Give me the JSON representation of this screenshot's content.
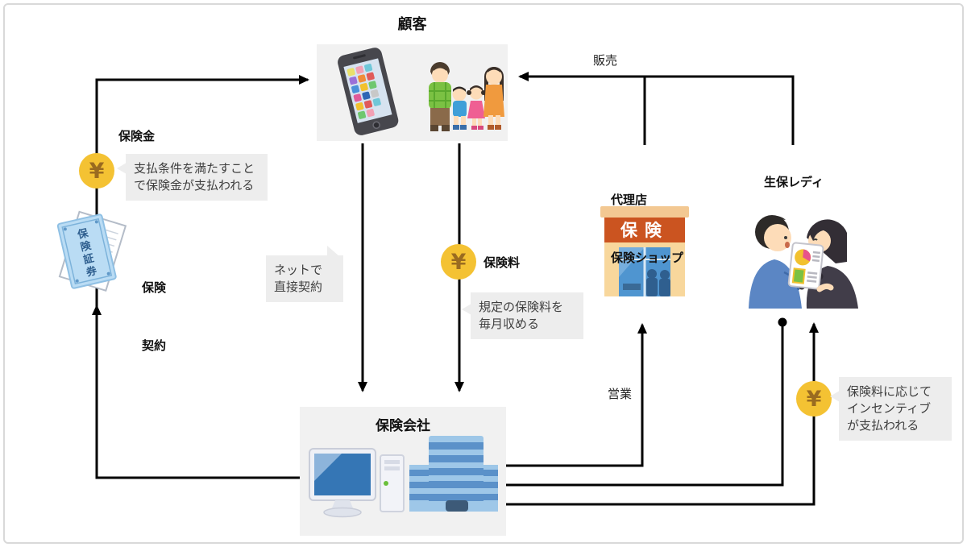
{
  "nodes": {
    "customer": {
      "label": "顧客"
    },
    "company": {
      "label": "保険会社"
    },
    "agency": {
      "lines": [
        "代理店",
        "保険ショップ"
      ]
    },
    "sales_lady": {
      "label": "生保レディ"
    },
    "contract": {
      "lines": [
        "保険",
        "契約"
      ]
    }
  },
  "edge_labels": {
    "sales": "販売",
    "sales_activity": "営業",
    "benefit": "保険金",
    "premium": "保険料"
  },
  "bubbles": {
    "benefit": {
      "lines": [
        "支払条件を満たすこと",
        "で保険金が支払われる"
      ]
    },
    "net": {
      "lines": [
        "ネットで",
        "直接契約"
      ]
    },
    "premium": {
      "lines": [
        "規定の保険料を",
        "毎月収める"
      ]
    },
    "incentive": {
      "lines": [
        "保険料に応じて",
        "インセンティブ",
        "が支払われる"
      ]
    }
  },
  "icons": {
    "yen": "¥"
  },
  "illustrations": {
    "document": {
      "chars": [
        "保",
        "険",
        "証",
        "券"
      ]
    },
    "shop": {
      "sign": "保険"
    }
  },
  "colors": {
    "coin_fill": "#F4C233",
    "coin_symbol": "#9A6B20",
    "bubble_bg": "#EDEDED",
    "node_box_bg": "#F1F1F1",
    "line": "#000000",
    "shop_sign": "#CB5420",
    "frame_border": "#D9D9D9"
  }
}
